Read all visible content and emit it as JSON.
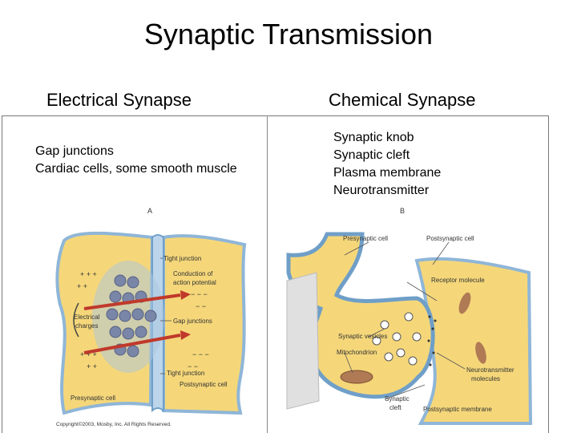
{
  "title": "Synaptic Transmission",
  "left": {
    "heading": "Electrical Synapse",
    "bullets": [
      "Gap junctions",
      "Cardiac cells, some smooth muscle"
    ],
    "figure": {
      "panel_letter": "A",
      "labels": {
        "tight_junction_top": "Tight junction",
        "conduction_1": "Conduction of",
        "conduction_2": "action potential",
        "electrical_1": "Electrical",
        "electrical_2": "charges",
        "gap_junctions": "Gap junctions",
        "tight_junction_bottom": "Tight junction",
        "postsynaptic_cell": "Postsynaptic cell",
        "presynaptic_cell": "Presynaptic cell",
        "copyright": "Copyright©2003, Mosby, Inc. All Rights Reserved."
      }
    }
  },
  "right": {
    "heading": "Chemical Synapse",
    "bullets": [
      "Synaptic knob",
      "Synaptic cleft",
      "Plasma membrane",
      "Neurotransmitter"
    ],
    "figure": {
      "panel_letter": "B",
      "labels": {
        "presynaptic_cell": "Presynaptic cell",
        "postsynaptic_cell": "Postsynaptic cell",
        "receptor_molecule": "Receptor molecule",
        "synaptic_vesicles": "Synaptic vesicles",
        "mitochondrion": "Mitochondrion",
        "neurotransmitter_1": "Neurotransmitter",
        "neurotransmitter_2": "molecules",
        "synaptic_cleft_1": "Synaptic",
        "synaptic_cleft_2": "cleft",
        "postsynaptic_membrane": "Postsynaptic membrane"
      }
    }
  },
  "colors": {
    "cell": "#f5d77a",
    "membrane": "#8fb6d8",
    "axon": "#6f9fc8",
    "arrow": "#c0392b"
  }
}
